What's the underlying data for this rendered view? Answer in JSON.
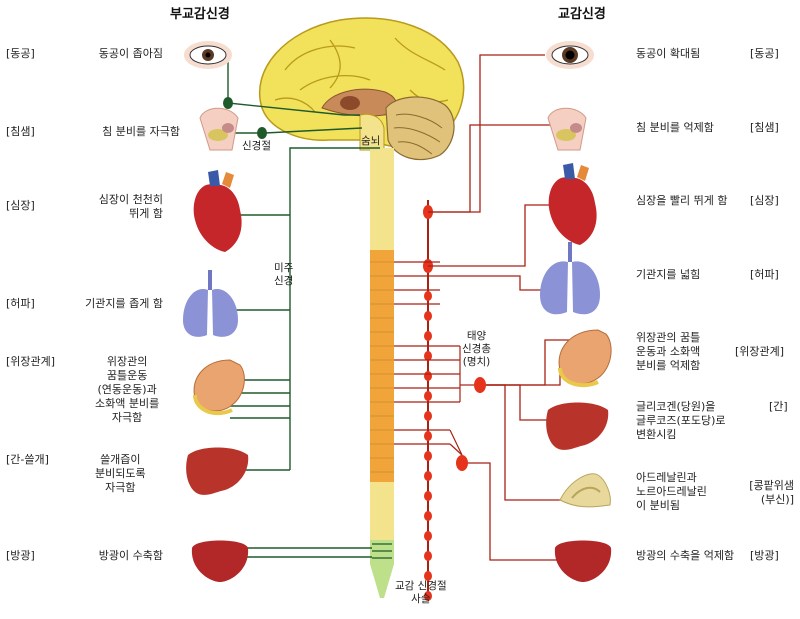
{
  "titles": {
    "parasympathetic": "부교감신경",
    "sympathetic": "교감신경"
  },
  "left_categories": [
    "[동공]",
    "[침샘]",
    "[심장]",
    "[허파]",
    "[위장관계]",
    "[간-쓸개]",
    "[방광]"
  ],
  "left_effects": [
    "동공이 좁아짐",
    "침 분비를 자극함",
    "심장이 천천히\n뛰게 함",
    "기관지를 좁게 함",
    "위장관의\n꿈틀운동\n(연동운동)과\n소화액 분비를\n자극함",
    "쓸개즙이\n분비되도록\n자극함",
    "방광이 수축함"
  ],
  "right_effects": [
    "동공이 확대됨",
    "침 분비를 억제함",
    "심장을 빨리 뛰게 함",
    "기관지를 넓힘",
    "위장관의 꿈틀\n운동과 소화액\n분비를 억제함",
    "글리코겐(당원)을\n글루코즈(포도당)로\n변환시킴",
    "아드레날린과\n노르아드레날린\n이 분비됨",
    "방광의 수축을 억제함"
  ],
  "right_categories": [
    "[동공]",
    "[침샘]",
    "[심장]",
    "[허파]",
    "[위장관계]",
    "[간]",
    "[콩팥위샘\n(부신)]",
    "[방광]"
  ],
  "labels": {
    "ganglion": "신경절",
    "medulla": "숨뇌",
    "vagus": "미주\n신경",
    "solar_plexus": "태양\n신경총\n(명치)",
    "sympathetic_chain": "교감 신경절\n사슬"
  },
  "colors": {
    "brain": "#f2e15a",
    "spinal_upper": "#f3e38c",
    "spinal_thoracic": "#f0a43a",
    "spinal_lumbar": "#f3e38c",
    "spinal_sacral": "#bfe08a",
    "sympathetic_line": "#a82214",
    "sympathetic_node": "#e5331c",
    "parasympathetic_line": "#1f5a2b",
    "heart": "#c4262a",
    "lung": "#8b92d6",
    "stomach": "#e9a46f",
    "liver": "#b8342a",
    "bladder": "#b22828",
    "adrenal": "#e8d89c"
  },
  "icons": {
    "eye": "eye-icon",
    "salivary": "salivary-gland-icon",
    "heart": "heart-icon",
    "lung": "lung-icon",
    "stomach": "stomach-icon",
    "liver": "liver-icon",
    "adrenal": "adrenal-gland-icon",
    "bladder": "bladder-icon",
    "brain": "brain-icon"
  }
}
